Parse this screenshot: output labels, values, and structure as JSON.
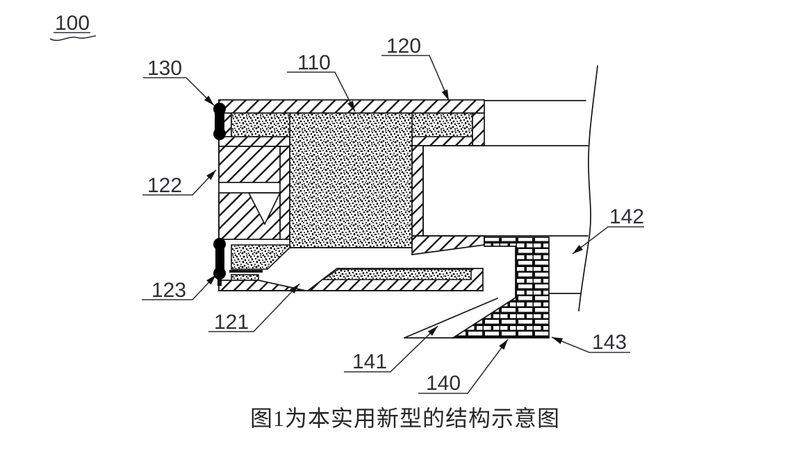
{
  "diagram": {
    "ref_labels": [
      "100",
      "130",
      "110",
      "120",
      "122",
      "123",
      "121",
      "141",
      "140",
      "142",
      "143"
    ],
    "caption": "图1为本实用新型的结构示意图"
  },
  "colors": {
    "background": "#ffffff",
    "line": "#141414",
    "label_text": "#2e2f33",
    "caption_text": "#262626",
    "seal": "#000000"
  }
}
